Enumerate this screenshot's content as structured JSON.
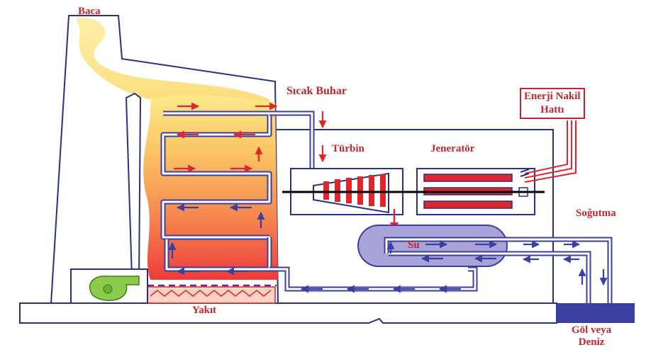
{
  "labels": {
    "chimney": "Baca",
    "hot_steam": "Sıcak Buhar",
    "turbine": "Türbin",
    "generator": "Jeneratör",
    "transmission_line": [
      "Enerji Nakil",
      "Hattı"
    ],
    "cooling": "Soğutma",
    "water": "Su",
    "fuel": "Yakıt",
    "lake_or_sea": [
      "Göl veya",
      "Deniz"
    ]
  },
  "colors": {
    "pipe": "#3a3fa0",
    "outline": "#2b2f86",
    "label_red": "#c0272d",
    "arrow_red": "#e0262c",
    "flame_top": "#fde98a",
    "flame_bottom": "#ef3b3b",
    "condenser": "#a9a3d8",
    "fan": "#8ccb4e",
    "water_basin": "#3a3fa0",
    "generator_bars": "#e0262c"
  },
  "icons": [
    "flame",
    "fan",
    "turbine",
    "generator",
    "condenser",
    "water-basin"
  ]
}
